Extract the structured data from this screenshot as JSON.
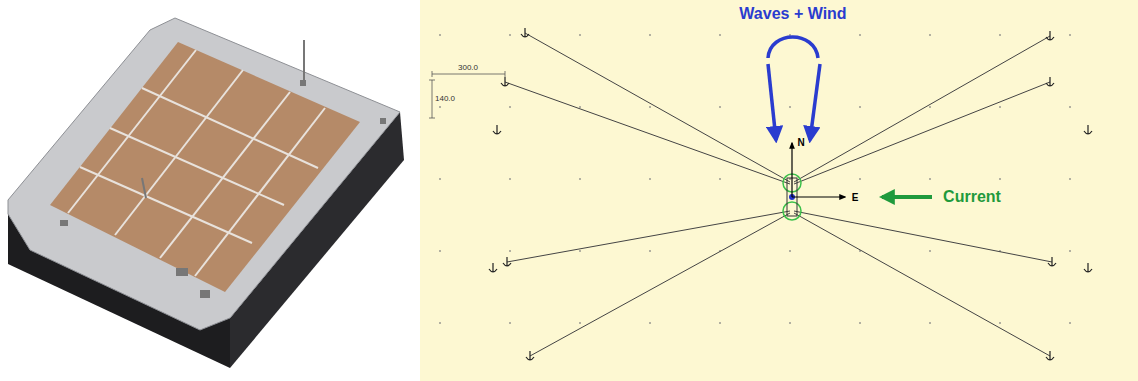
{
  "diagram": {
    "labels": [
      "Waves + Wind",
      "N",
      "E",
      "Current",
      "300.0",
      "140.0"
    ]
  }
}
